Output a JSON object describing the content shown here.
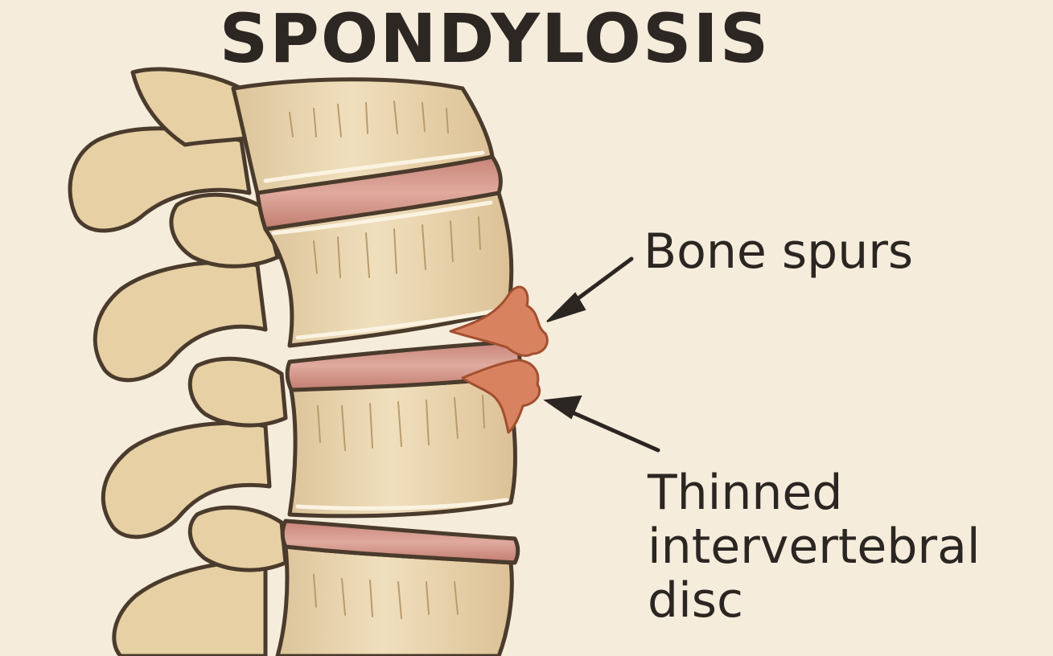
{
  "title": "SPONDYLOSIS",
  "labels": {
    "bone_spurs": "Bone spurs",
    "thinned_disc": "Thinned intervertebral disc"
  },
  "colors": {
    "background": "#f6ecdc",
    "bone_fill": "#e9d5ad",
    "bone_shade": "#d6bb88",
    "outline": "#4a3b2c",
    "disc_fill": "#d3968c",
    "spur_fill": "#d9825f",
    "text": "#2b2622"
  }
}
